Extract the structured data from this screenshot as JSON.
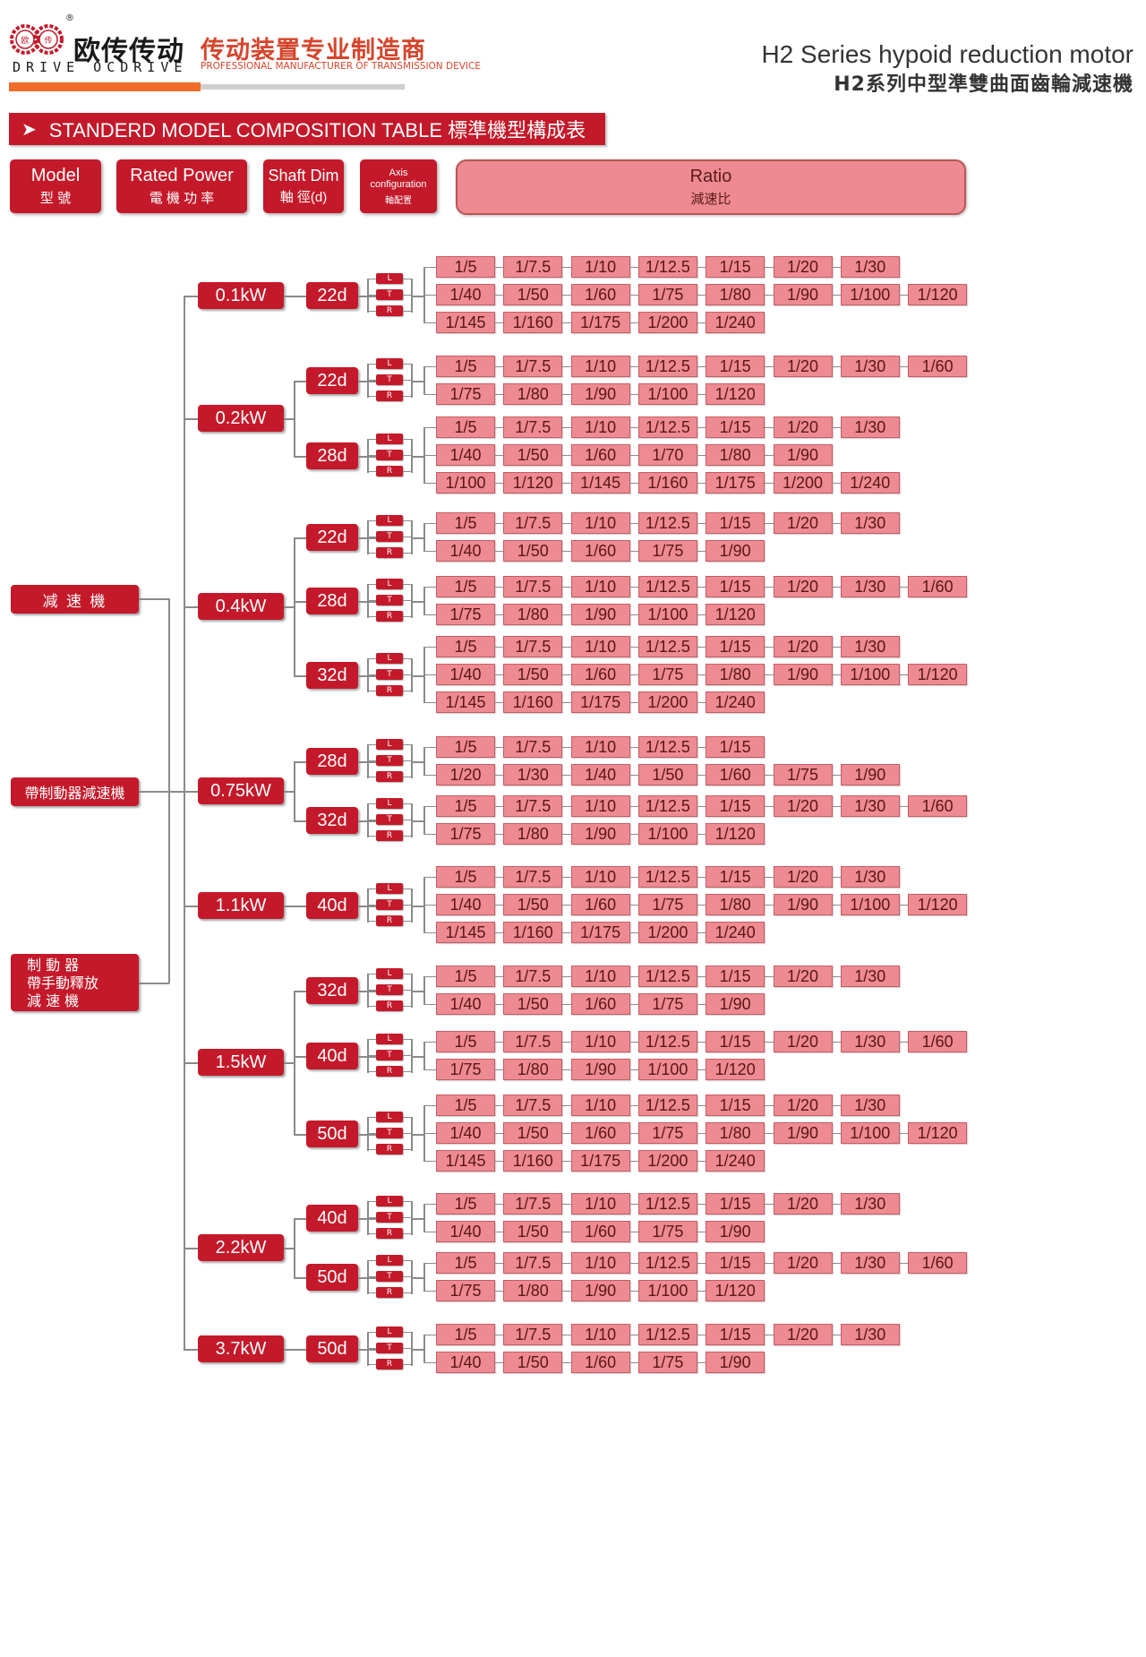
{
  "header": {
    "logo_zh": "欧传传动",
    "logo_en": "DRIVE OCDRIVE",
    "logo_mark_left": "欧",
    "logo_mark_right": "传",
    "registered": "®",
    "tagline_zh": "传动装置专业制造商",
    "tagline_en": "PROFESSIONAL MANUFACTURER OF TRANSMISSION DEVICE",
    "title_en": "H2 Series hypoid reduction motor",
    "title_zh": "H2系列中型準雙曲面齒輪減速機"
  },
  "section": {
    "arrow": "➤",
    "title": "STANDERD MODEL COMPOSITION TABLE  標準機型構成表"
  },
  "columns": {
    "model_en": "Model",
    "model_zh": "型 號",
    "power_en": "Rated Power",
    "power_zh": "電 機 功 率",
    "shaft_en": "Shaft Dim",
    "shaft_zh": "軸 徑(d)",
    "axis_en": "Axis configuration",
    "axis_zh": "軸配置",
    "ratio_en": "Ratio",
    "ratio_zh": "減速比"
  },
  "axis_letters": [
    "L",
    "T",
    "R"
  ],
  "models": [
    "减  速  機",
    "帶制動器減速機",
    "制  動  器",
    "帶手動釋放",
    "減  速  機"
  ],
  "groups": [
    {
      "power": "0.1kW",
      "shafts": [
        {
          "shaft": "22d",
          "rows": [
            [
              "1/5",
              "1/7.5",
              "1/10",
              "1/12.5",
              "1/15",
              "1/20",
              "1/30"
            ],
            [
              "1/40",
              "1/50",
              "1/60",
              "1/75",
              "1/80",
              "1/90",
              "1/100",
              "1/120"
            ],
            [
              "1/145",
              "1/160",
              "1/175",
              "1/200",
              "1/240"
            ]
          ]
        }
      ]
    },
    {
      "power": "0.2kW",
      "shafts": [
        {
          "shaft": "22d",
          "rows": [
            [
              "1/5",
              "1/7.5",
              "1/10",
              "1/12.5",
              "1/15",
              "1/20",
              "1/30",
              "1/60"
            ],
            [
              "1/75",
              "1/80",
              "1/90",
              "1/100",
              "1/120"
            ]
          ]
        },
        {
          "shaft": "28d",
          "rows": [
            [
              "1/5",
              "1/7.5",
              "1/10",
              "1/12.5",
              "1/15",
              "1/20",
              "1/30"
            ],
            [
              "1/40",
              "1/50",
              "1/60",
              "1/70",
              "1/80",
              "1/90"
            ],
            [
              "1/100",
              "1/120",
              "1/145",
              "1/160",
              "1/175",
              "1/200",
              "1/240"
            ]
          ]
        }
      ]
    },
    {
      "power": "0.4kW",
      "shafts": [
        {
          "shaft": "22d",
          "rows": [
            [
              "1/5",
              "1/7.5",
              "1/10",
              "1/12.5",
              "1/15",
              "1/20",
              "1/30"
            ],
            [
              "1/40",
              "1/50",
              "1/60",
              "1/75",
              "1/90"
            ]
          ]
        },
        {
          "shaft": "28d",
          "rows": [
            [
              "1/5",
              "1/7.5",
              "1/10",
              "1/12.5",
              "1/15",
              "1/20",
              "1/30",
              "1/60"
            ],
            [
              "1/75",
              "1/80",
              "1/90",
              "1/100",
              "1/120"
            ]
          ]
        },
        {
          "shaft": "32d",
          "rows": [
            [
              "1/5",
              "1/7.5",
              "1/10",
              "1/12.5",
              "1/15",
              "1/20",
              "1/30"
            ],
            [
              "1/40",
              "1/50",
              "1/60",
              "1/75",
              "1/80",
              "1/90",
              "1/100",
              "1/120"
            ],
            [
              "1/145",
              "1/160",
              "1/175",
              "1/200",
              "1/240"
            ]
          ]
        }
      ]
    },
    {
      "power": "0.75kW",
      "shafts": [
        {
          "shaft": "28d",
          "rows": [
            [
              "1/5",
              "1/7.5",
              "1/10",
              "1/12.5",
              "1/15"
            ],
            [
              "1/20",
              "1/30",
              "1/40",
              "1/50",
              "1/60",
              "1/75",
              "1/90"
            ]
          ]
        },
        {
          "shaft": "32d",
          "rows": [
            [
              "1/5",
              "1/7.5",
              "1/10",
              "1/12.5",
              "1/15",
              "1/20",
              "1/30",
              "1/60"
            ],
            [
              "1/75",
              "1/80",
              "1/90",
              "1/100",
              "1/120"
            ]
          ]
        }
      ]
    },
    {
      "power": "1.1kW",
      "shafts": [
        {
          "shaft": "40d",
          "rows": [
            [
              "1/5",
              "1/7.5",
              "1/10",
              "1/12.5",
              "1/15",
              "1/20",
              "1/30"
            ],
            [
              "1/40",
              "1/50",
              "1/60",
              "1/75",
              "1/80",
              "1/90",
              "1/100",
              "1/120"
            ],
            [
              "1/145",
              "1/160",
              "1/175",
              "1/200",
              "1/240"
            ]
          ]
        }
      ]
    },
    {
      "power": "1.5kW",
      "shafts": [
        {
          "shaft": "32d",
          "rows": [
            [
              "1/5",
              "1/7.5",
              "1/10",
              "1/12.5",
              "1/15",
              "1/20",
              "1/30"
            ],
            [
              "1/40",
              "1/50",
              "1/60",
              "1/75",
              "1/90"
            ]
          ]
        },
        {
          "shaft": "40d",
          "rows": [
            [
              "1/5",
              "1/7.5",
              "1/10",
              "1/12.5",
              "1/15",
              "1/20",
              "1/30",
              "1/60"
            ],
            [
              "1/75",
              "1/80",
              "1/90",
              "1/100",
              "1/120"
            ]
          ]
        },
        {
          "shaft": "50d",
          "rows": [
            [
              "1/5",
              "1/7.5",
              "1/10",
              "1/12.5",
              "1/15",
              "1/20",
              "1/30"
            ],
            [
              "1/40",
              "1/50",
              "1/60",
              "1/75",
              "1/80",
              "1/90",
              "1/100",
              "1/120"
            ],
            [
              "1/145",
              "1/160",
              "1/175",
              "1/200",
              "1/240"
            ]
          ]
        }
      ]
    },
    {
      "power": "2.2kW",
      "shafts": [
        {
          "shaft": "40d",
          "rows": [
            [
              "1/5",
              "1/7.5",
              "1/10",
              "1/12.5",
              "1/15",
              "1/20",
              "1/30"
            ],
            [
              "1/40",
              "1/50",
              "1/60",
              "1/75",
              "1/90"
            ]
          ]
        },
        {
          "shaft": "50d",
          "rows": [
            [
              "1/5",
              "1/7.5",
              "1/10",
              "1/12.5",
              "1/15",
              "1/20",
              "1/30",
              "1/60"
            ],
            [
              "1/75",
              "1/80",
              "1/90",
              "1/100",
              "1/120"
            ]
          ]
        }
      ]
    },
    {
      "power": "3.7kW",
      "shafts": [
        {
          "shaft": "50d",
          "rows": [
            [
              "1/5",
              "1/7.5",
              "1/10",
              "1/12.5",
              "1/15",
              "1/20",
              "1/30"
            ],
            [
              "1/40",
              "1/50",
              "1/60",
              "1/75",
              "1/90"
            ]
          ]
        }
      ]
    }
  ],
  "colors": {
    "brand_red": "#c4192a",
    "ratio_pink": "#ee8b92",
    "accent_orange": "#ef6c2a"
  }
}
